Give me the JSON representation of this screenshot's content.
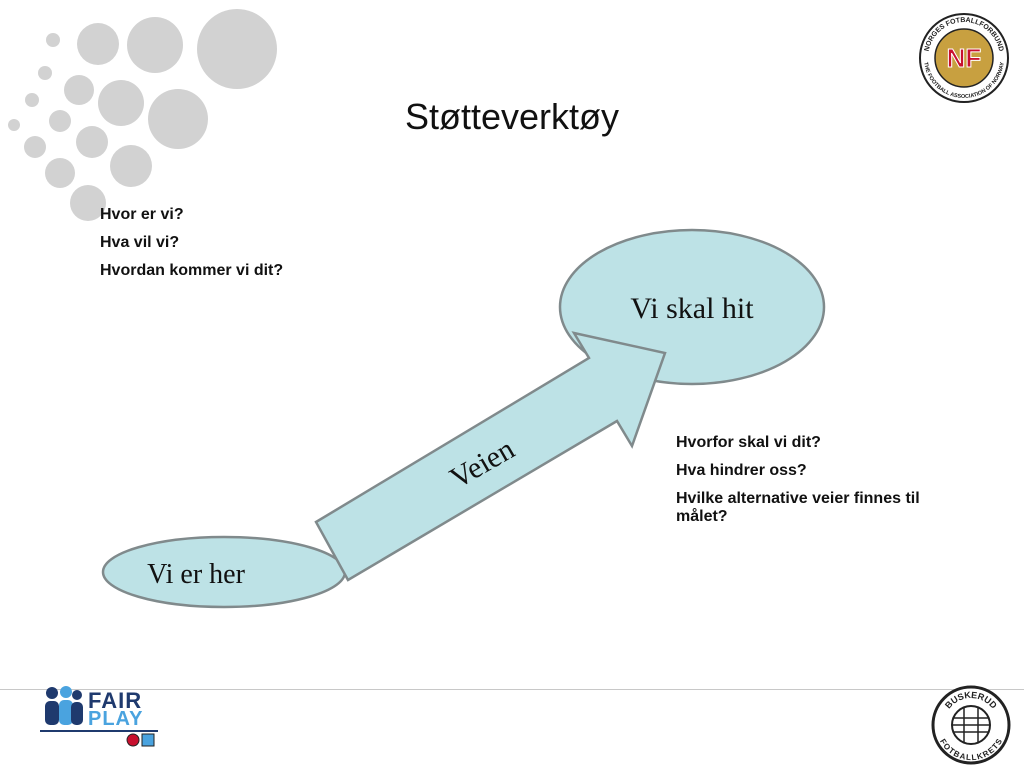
{
  "title": "Støtteverktøy",
  "questions_left": [
    "Hvor er vi?",
    "Hva vil vi?",
    "Hvordan kommer vi dit?"
  ],
  "questions_right": [
    "Hvorfor skal vi dit?",
    "Hva hindrer oss?",
    "Hvilke alternative veier finnes til målet?"
  ],
  "diagram": {
    "start_label": "Vi er her",
    "goal_label": "Vi skal hit",
    "path_label": "Veien"
  },
  "logos": {
    "nff_ring_top": "NORGES FOTBALLFORBUND",
    "nff_ring_bottom": "THE FOOTBALL ASSOCIATION OF NORWAY",
    "nff_monogram": "NF",
    "fairplay_line1": "FAIR",
    "fairplay_line2": "PLAY",
    "buskerud_top": "BUSKERUD",
    "buskerud_bottom": "FOTBALLKRETS"
  },
  "colors": {
    "shape_fill": "#bde2e6",
    "shape_stroke": "#808a8c",
    "dots": "#d2d2d2",
    "nff_gold": "#c8a040",
    "nff_red": "#c8102e",
    "fairplay_dark": "#1f3a6e",
    "fairplay_light": "#4aa3df"
  }
}
